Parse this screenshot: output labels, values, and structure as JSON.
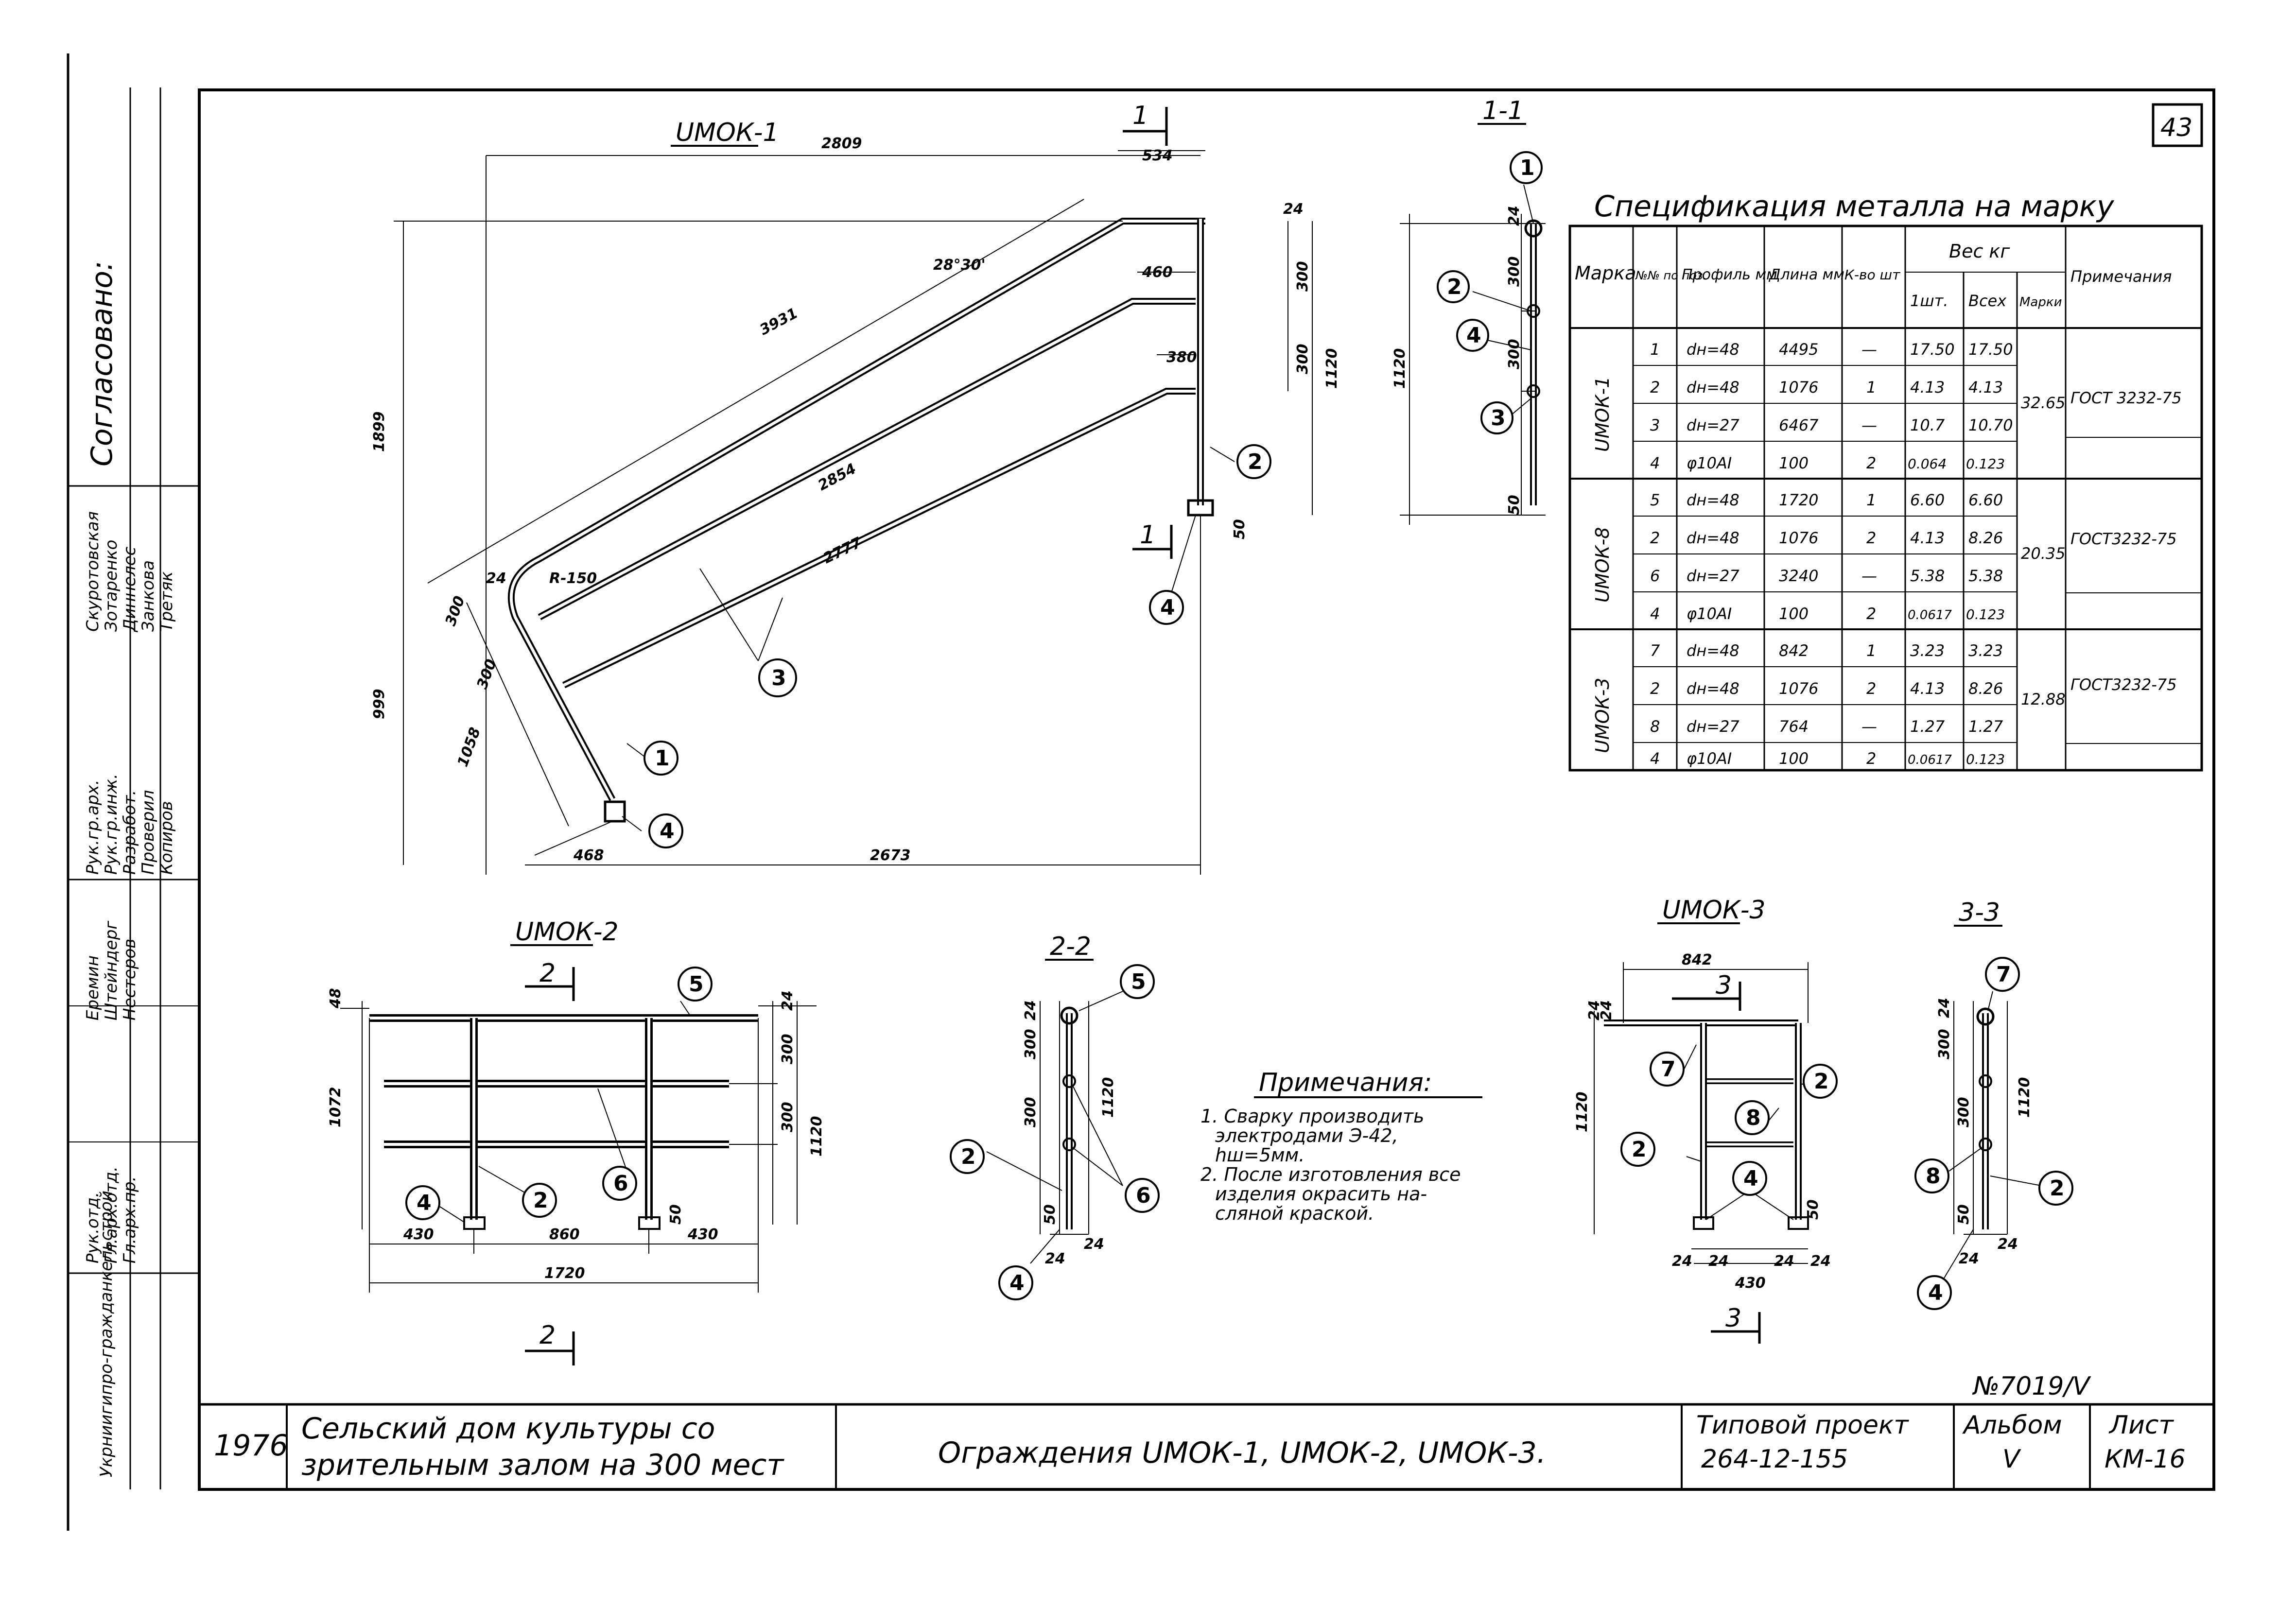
{
  "sheet": {
    "sheet_number": "43",
    "album_number": "№7019/Ⅴ"
  },
  "left_strip": {
    "approved": "Согласовано:",
    "org": "Укрниигипро-гражданкельстрой",
    "rows": [
      {
        "role": "Рук.гр.арх.",
        "name": "Скуротовская"
      },
      {
        "role": "Рук.гр.инж.",
        "name": "Зотаренко"
      },
      {
        "role": "Разработ.",
        "name": "Диннелес"
      },
      {
        "role": "Проверил",
        "name": "Занкова"
      },
      {
        "role": "Копиров",
        "name": "Третяк"
      },
      {
        "role": "Рук.отд.",
        "name": "Еремин"
      },
      {
        "role": "Гл.арх.отд.",
        "name": "Штейндерг"
      },
      {
        "role": "Гл.арх.пр.",
        "name": "Нестеров"
      }
    ]
  },
  "views": {
    "umok1": {
      "title": "UМОК-1",
      "dims": [
        "2809",
        "534",
        "24",
        "28°30'",
        "3931",
        "460",
        "300",
        "300",
        "1120",
        "380",
        "1899",
        "2854",
        "2777",
        "R-150",
        "24",
        "300",
        "300",
        "999",
        "1058",
        "468",
        "2673",
        "50"
      ],
      "cut_marks": [
        "1",
        "1"
      ],
      "callouts": [
        "1",
        "2",
        "3",
        "4"
      ]
    },
    "sec11": {
      "title": "1-1",
      "dims": [
        "24",
        "300",
        "300",
        "1120",
        "50"
      ],
      "callouts": [
        "1",
        "2",
        "4",
        "3"
      ]
    },
    "umok2": {
      "title": "UМОК-2",
      "dims": [
        "48",
        "24",
        "300",
        "300",
        "1120",
        "1072",
        "430",
        "860",
        "430",
        "1720",
        "50"
      ],
      "cut_marks": [
        "2",
        "2"
      ],
      "callouts": [
        "5",
        "2",
        "6",
        "4"
      ]
    },
    "sec22": {
      "title": "2-2",
      "dims": [
        "24",
        "300",
        "300",
        "1120",
        "50",
        "24",
        "24"
      ],
      "callouts": [
        "5",
        "2",
        "6",
        "4"
      ]
    },
    "umok3": {
      "title": "UМОК-3",
      "dims": [
        "842",
        "24",
        "24",
        "1120",
        "24",
        "24",
        "24",
        "24",
        "430",
        "50"
      ],
      "cut_marks": [
        "3",
        "3"
      ],
      "callouts": [
        "7",
        "2",
        "8",
        "2",
        "4"
      ]
    },
    "sec33": {
      "title": "3-3",
      "dims": [
        "24",
        "300",
        "300",
        "1120",
        "50",
        "24",
        "24"
      ],
      "callouts": [
        "7",
        "8",
        "2",
        "4"
      ]
    }
  },
  "notes": {
    "title": "Примечания:",
    "lines": [
      "1. Сварку производить",
      "электродами Э-42,",
      "hш=5мм.",
      "2. После изготовления все",
      "изделия окрасить на-",
      "сляной краской."
    ]
  },
  "spec": {
    "title": "Спецификация металла на марку",
    "headers": {
      "mark": "Марка",
      "pos": "№№ по поз.",
      "profile": "Профиль мм",
      "length": "Длина мм",
      "qty": "К-во шт",
      "weight": "Вес кг",
      "w1": "1шт.",
      "wall": "Всех",
      "wmark": "Марки",
      "note": "Примечания"
    },
    "groups": [
      {
        "mark": "UМОК-1",
        "total": "32.65",
        "note": "ГОСТ 3232-75",
        "rows": [
          [
            "1",
            "dн=48",
            "4495",
            "—",
            "17.50",
            "17.50"
          ],
          [
            "2",
            "dн=48",
            "1076",
            "1",
            "4.13",
            "4.13"
          ],
          [
            "3",
            "dн=27",
            "6467",
            "—",
            "10.7",
            "10.70"
          ],
          [
            "4",
            "φ10АⅠ",
            "100",
            "2",
            "0.064",
            "0.123"
          ]
        ]
      },
      {
        "mark": "UМОК-8",
        "total": "20.35",
        "note": "ГОСТ3232-75",
        "rows": [
          [
            "5",
            "dн=48",
            "1720",
            "1",
            "6.60",
            "6.60"
          ],
          [
            "2",
            "dн=48",
            "1076",
            "2",
            "4.13",
            "8.26"
          ],
          [
            "6",
            "dн=27",
            "3240",
            "—",
            "5.38",
            "5.38"
          ],
          [
            "4",
            "φ10АⅠ",
            "100",
            "2",
            "0.0617",
            "0.123"
          ]
        ]
      },
      {
        "mark": "UМОК-3",
        "total": "12.88",
        "note": "ГОСТ3232-75",
        "rows": [
          [
            "7",
            "dн=48",
            "842",
            "1",
            "3.23",
            "3.23"
          ],
          [
            "2",
            "dн=48",
            "1076",
            "2",
            "4.13",
            "8.26"
          ],
          [
            "8",
            "dн=27",
            "764",
            "—",
            "1.27",
            "1.27"
          ],
          [
            "4",
            "φ10АⅠ",
            "100",
            "2",
            "0.0617",
            "0.123"
          ]
        ]
      }
    ]
  },
  "title_block": {
    "year": "1976",
    "project_line1": "Сельский дом культуры со",
    "project_line2": "зрительным залом на 300 мест",
    "drawing_title": "Ограждения UМОК-1, UМОК-2, UМОК-3.",
    "type_label": "Типовой проект",
    "type_number": "264-12-155",
    "album_label": "Альбом",
    "album_value": "Ⅴ",
    "sheet_label": "Лист",
    "sheet_value": "КМ-16"
  }
}
